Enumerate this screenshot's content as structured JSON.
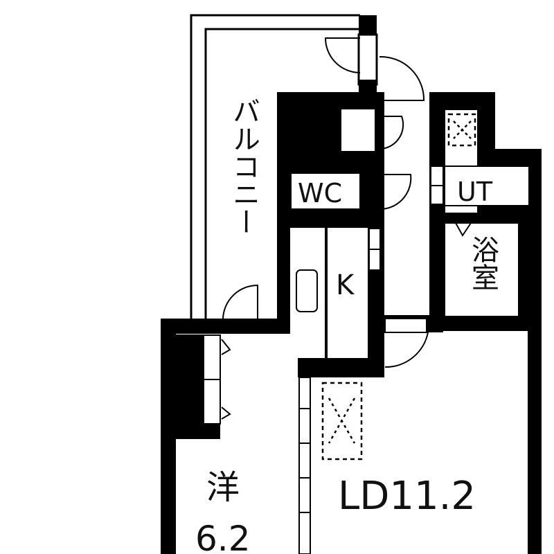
{
  "floor_plan": {
    "rooms": {
      "balcony": "バルコニー",
      "wc": "WC",
      "ut": "UT",
      "bath": "浴室",
      "kitchen": "K",
      "western_room": "洋",
      "western_room_size": "6.2",
      "living_dining": "LD11.2"
    },
    "colors": {
      "wall": "#000000",
      "background": "#ffffff"
    }
  }
}
